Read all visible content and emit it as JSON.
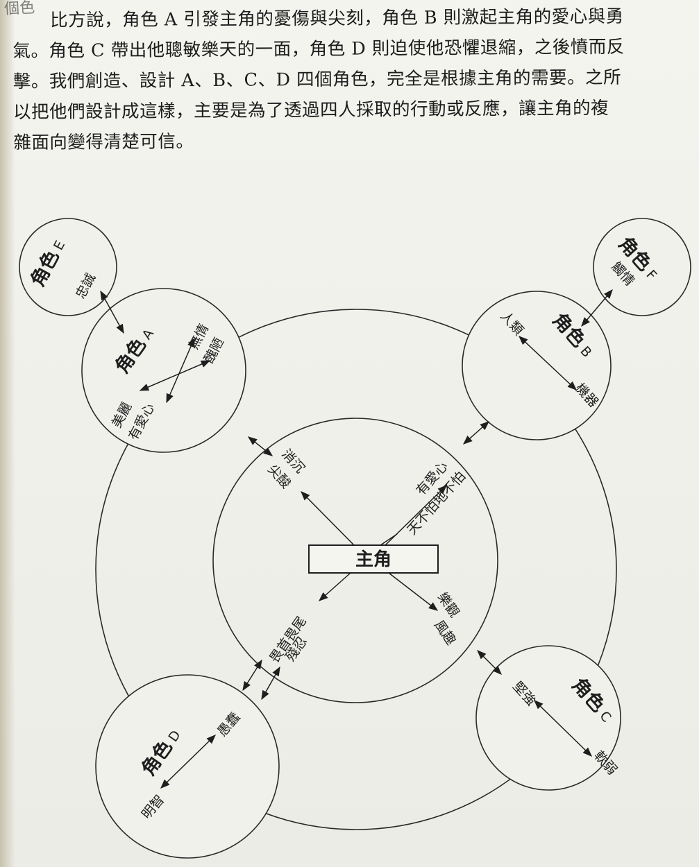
{
  "top_fragment": "個色",
  "paragraph": {
    "lines": [
      "比方說，角色 A 引發主角的憂傷與尖刻，角色 B 則激起主角的愛心與勇",
      "氣。角色 C 帶出他聰敏樂天的一面，角色 D 則迫使他恐懼退縮，之後憤而反",
      "擊。我們創造、設計 A、B、C、D 四個角色，完全是根據主角的需要。之所",
      "以把他們設計成這樣，主要是為了透過四人採取的行動或反應，讓主角的複",
      "雜面向變得清楚可信。"
    ]
  },
  "diagram": {
    "main": "主角",
    "roles": {
      "a": {
        "name": "角色",
        "letter": "A",
        "traits": [
          "美麗",
          "有愛心",
          "無情",
          "醜陋"
        ]
      },
      "b": {
        "name": "角色",
        "letter": "B",
        "traits": [
          "人類",
          "機器"
        ]
      },
      "c": {
        "name": "角色",
        "letter": "C",
        "traits": [
          "堅強",
          "軟弱"
        ]
      },
      "d": {
        "name": "角色",
        "letter": "D",
        "traits": [
          "明智",
          "愚蠢"
        ]
      },
      "e": {
        "name": "角色",
        "letter": "E",
        "traits": [
          "忠誠"
        ]
      },
      "f": {
        "name": "角色",
        "letter": "F",
        "traits": [
          "觸情"
        ]
      }
    },
    "protagonist_traits": {
      "upper_left": [
        "消沉",
        "尖酸"
      ],
      "upper_right": [
        "有愛心",
        "天不怕地不怕"
      ],
      "lower_left": [
        "畏首畏尾",
        "殘忍"
      ],
      "lower_right": [
        "樂觀",
        "風趣"
      ]
    }
  }
}
